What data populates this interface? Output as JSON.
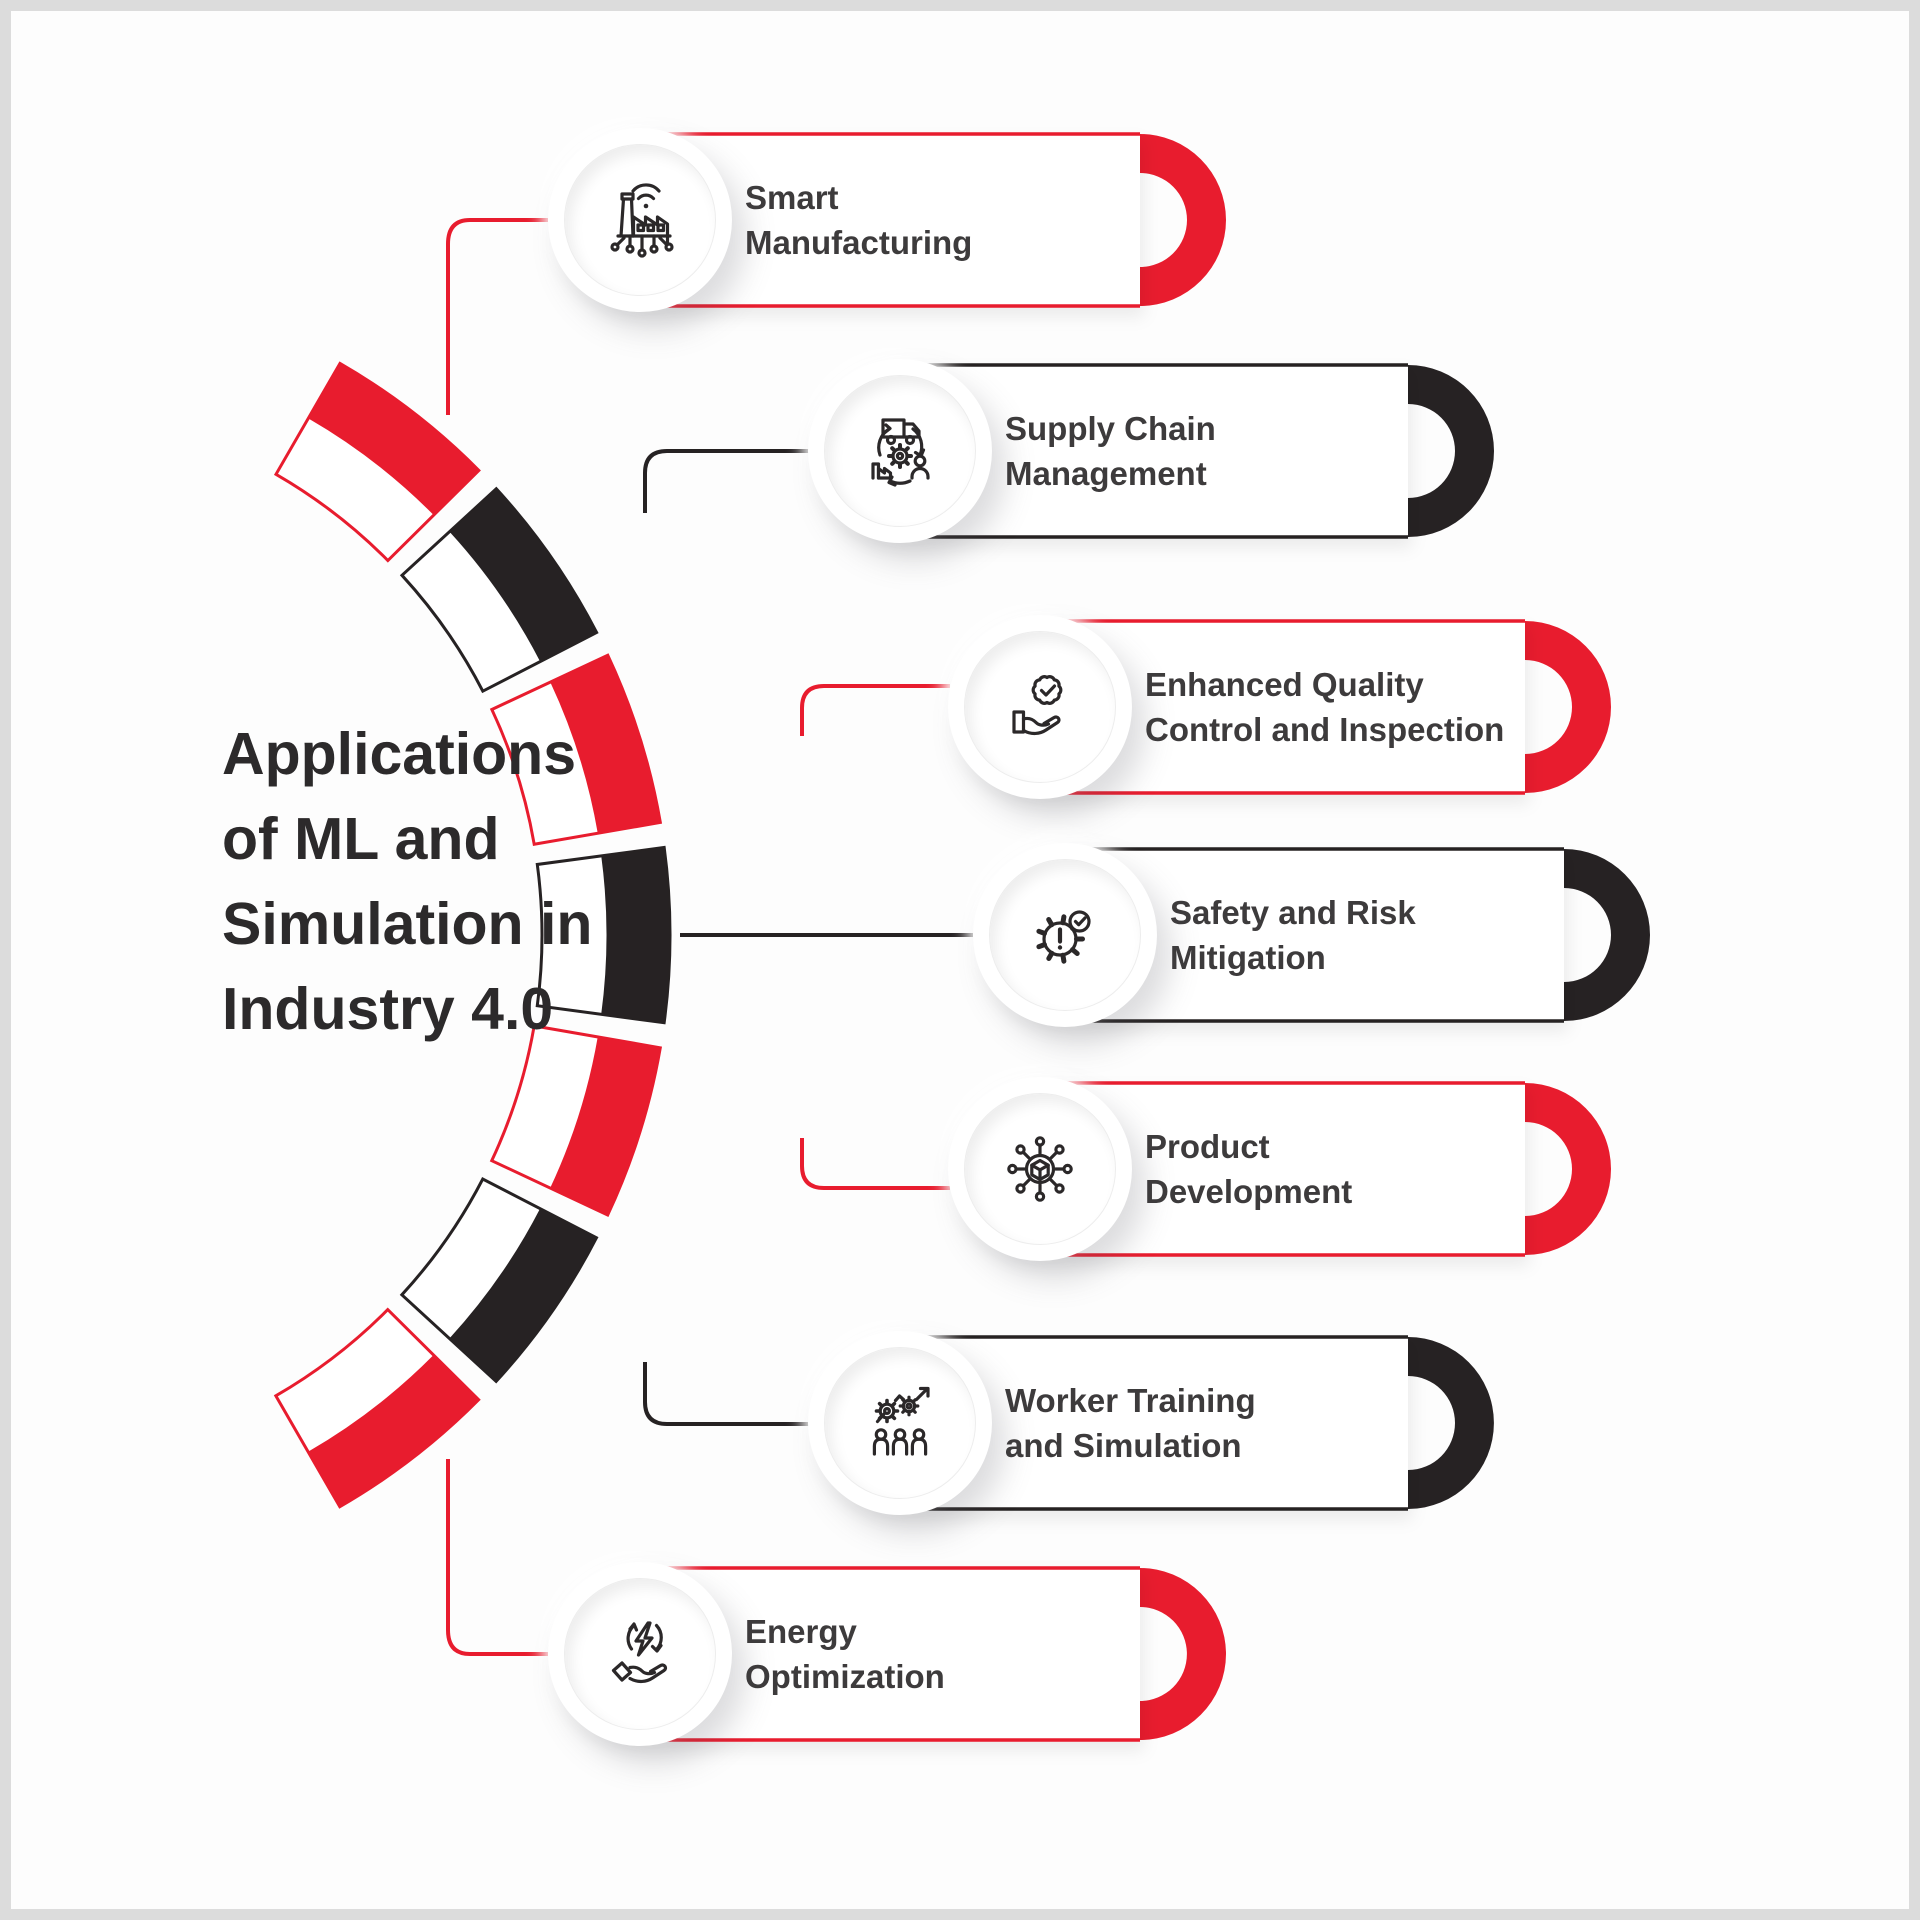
{
  "title": {
    "lines": [
      "Applications",
      "of ML and",
      "Simulation in",
      "Industry 4.0"
    ]
  },
  "colors": {
    "red": "#E81C2E",
    "black": "#262223",
    "label_text": "#3D3B3C",
    "title_text": "#2C2A2B",
    "frame": "#DCDCDC",
    "icon_stroke": "#2B2829"
  },
  "arc": {
    "segment_colors": [
      "red",
      "black",
      "red",
      "black",
      "red",
      "black",
      "red"
    ]
  },
  "items": [
    {
      "label_lines": [
        "Smart",
        "Manufacturing"
      ],
      "accent": "red",
      "icon": "smart-manufacturing-icon"
    },
    {
      "label_lines": [
        "Supply Chain",
        "Management"
      ],
      "accent": "black",
      "icon": "supply-chain-icon"
    },
    {
      "label_lines": [
        "Enhanced Quality",
        "Control and Inspection"
      ],
      "accent": "red",
      "icon": "quality-inspection-icon"
    },
    {
      "label_lines": [
        "Safety and Risk",
        "Mitigation"
      ],
      "accent": "black",
      "icon": "safety-risk-icon"
    },
    {
      "label_lines": [
        "Product",
        "Development"
      ],
      "accent": "red",
      "icon": "product-development-icon"
    },
    {
      "label_lines": [
        "Worker Training",
        "and Simulation"
      ],
      "accent": "black",
      "icon": "worker-training-icon"
    },
    {
      "label_lines": [
        "Energy",
        "Optimization"
      ],
      "accent": "red",
      "icon": "energy-optimization-icon"
    }
  ]
}
